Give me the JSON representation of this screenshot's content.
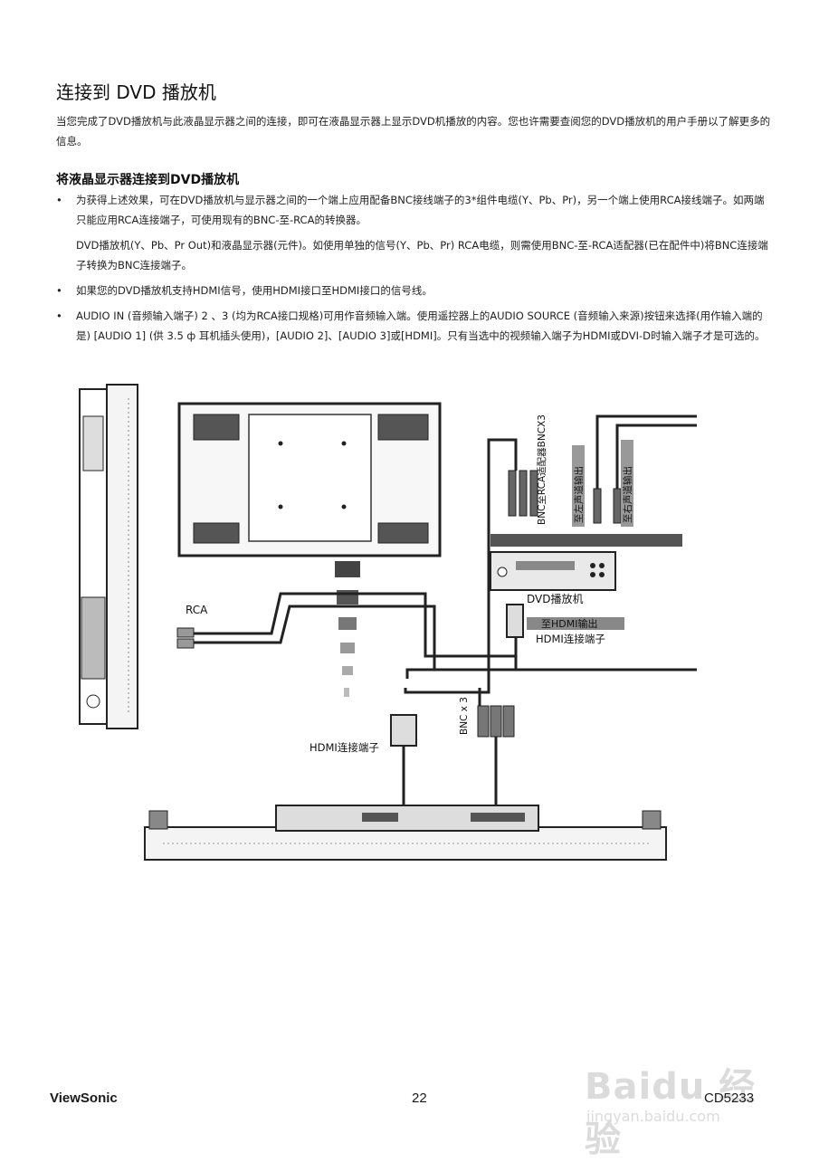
{
  "title": "连接到 DVD 播放机",
  "intro": "当您完成了DVD播放机与此液晶显示器之间的连接，即可在液晶显示器上显示DVD机播放的内容。您也许需要查阅您的DVD播放机的用户手册以了解更多的信息。",
  "subtitle": "将液晶显示器连接到DVD播放机",
  "bullet_symbol": "•",
  "bullets": [
    "为获得上述效果，可在DVD播放机与显示器之间的一个端上应用配备BNC接线端子的3*组件电缆(Y、Pb、Pr)，另一个端上使用RCA接线端子。如两端只能应用RCA连接端子，可使用现有的BNC-至-RCA的转换器。",
    "DVD播放机(Y、Pb、Pr Out)和液晶显示器(元件)。如使用单独的信号(Y、Pb、Pr) RCA电缆，则需使用BNC-至-RCA适配器(已在配件中)将BNC连接端子转换为BNC连接端子。",
    "如果您的DVD播放机支持HDMI信号，使用HDMI接口至HDMI接口的信号线。",
    "AUDIO IN (音频输入端子) 2 、3 (均为RCA接口规格)可用作音频输入端。使用遥控器上的AUDIO SOURCE (音频输入来源)按钮来选择(用作输入端的是) [AUDIO 1] (供 3.5 ф 耳机插头使用)，[AUDIO 2]、[AUDIO 3]或[HDMI]。只有当选中的视频输入端子为HDMI或DVI-D时输入端子才是可选的。"
  ],
  "diagram": {
    "labels": {
      "rca": "RCA",
      "bnc_rca_adapter": "BNC至RCA适配器BNCX3",
      "left_audio_out": "至左声道输出",
      "right_audio_out": "至右声道输出",
      "dvd_player": "DVD播放机",
      "hdmi_out": "至HDMI输出",
      "hdmi_connector_top": "HDMI连接端子",
      "hdmi_connector_bottom": "HDMI连接端子",
      "bnc_x3": "BNC x 3"
    }
  },
  "footer": {
    "brand": "ViewSonic",
    "page_number": "22",
    "model": "CD5233"
  },
  "watermark": {
    "main": "Baidu 经验",
    "url": "jingyan.baidu.com"
  }
}
